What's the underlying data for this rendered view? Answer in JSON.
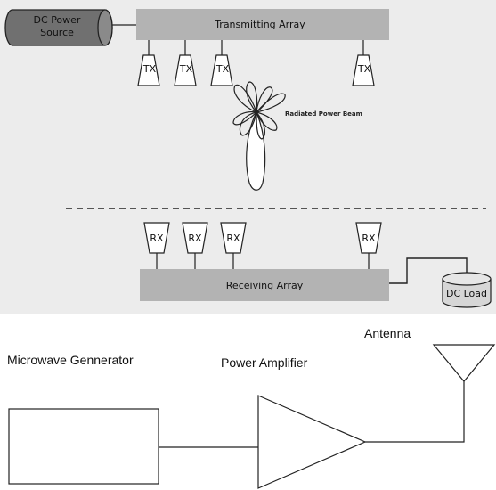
{
  "top_diagram": {
    "dc_source_label_line1": "DC Power",
    "dc_source_label_line2": "Source",
    "transmitting_array_label": "Transmitting Array",
    "tx_labels": [
      "TX",
      "TX",
      "TX",
      "TX"
    ],
    "beam_label": "Radiated Power Beam",
    "rx_labels": [
      "RX",
      "RX",
      "RX",
      "RX"
    ],
    "receiving_array_label": "Receiving Array",
    "dc_load_label": "DC Load",
    "colors": {
      "panel_bg": "#ececec",
      "array_fill": "#b3b3b3",
      "source_fill": "#707070",
      "load_fill": "#d6d6d6",
      "stroke": "#222222"
    }
  },
  "bottom_diagram": {
    "antenna_label": "Antenna",
    "generator_label": "Microwave Gennerator",
    "amplifier_label": "Power Amplifier"
  }
}
